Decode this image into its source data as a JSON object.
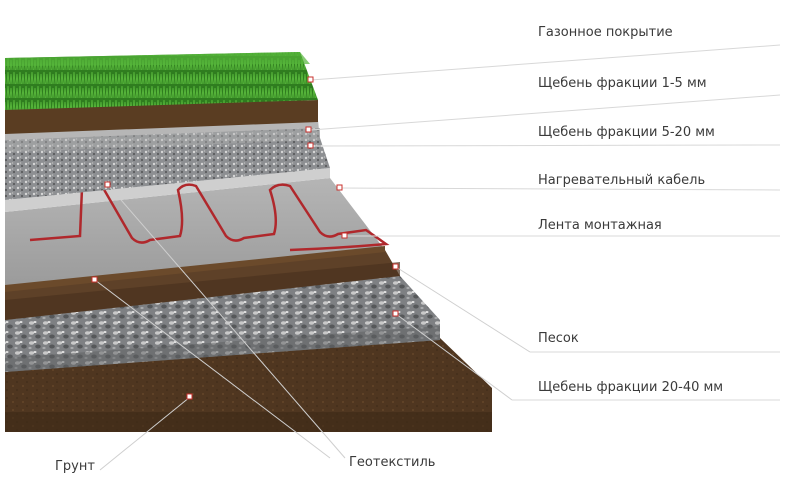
{
  "labels": {
    "lawn": "Газонное покрытие",
    "gravel_1_5": "Щебень фракции 1-5 мм",
    "gravel_5_20": "Щебень фракции 5-20 мм",
    "heating_cable": "Нагревательный кабель",
    "mounting_tape": "Лента монтажная",
    "sand": "Песок",
    "gravel_20_40": "Щебень фракции 20-40 мм",
    "soil": "Грунт",
    "geotextile": "Геотекстиль"
  },
  "colors": {
    "grass": "#3f9a2c",
    "soil": "#5a3d22",
    "gravel": "#8f9194",
    "sand_screed": "#a9a9a9",
    "cable": "#b0282c",
    "geotextile": "#6b4a2b"
  }
}
